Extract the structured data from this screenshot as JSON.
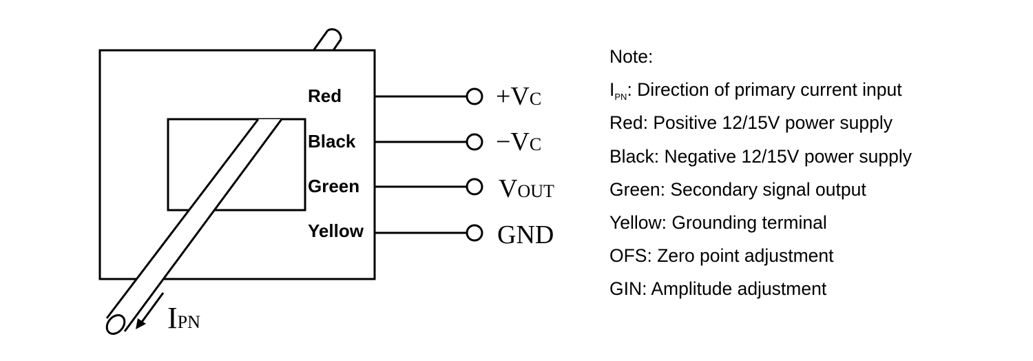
{
  "diagram": {
    "wires": [
      {
        "label": "Red",
        "terminal_main": "+V",
        "terminal_sub": "C"
      },
      {
        "label": "Black",
        "terminal_main": "−V",
        "terminal_sub": "C"
      },
      {
        "label": "Green",
        "terminal_main": "V",
        "terminal_sub": "OUT"
      },
      {
        "label": "Yellow",
        "terminal_main": "GND",
        "terminal_sub": ""
      }
    ],
    "current_label_main": "I",
    "current_label_sub": "PN"
  },
  "notes": {
    "title": "Note:",
    "ipn_main": "I",
    "ipn_sub": "PN",
    "ipn_text": ": Direction of primary current input",
    "lines": [
      "Red: Positive 12/15V power supply",
      "Black: Negative 12/15V power supply",
      "Green: Secondary signal output",
      "Yellow: Grounding terminal",
      "OFS: Zero point adjustment",
      "GIN: Amplitude adjustment"
    ]
  }
}
